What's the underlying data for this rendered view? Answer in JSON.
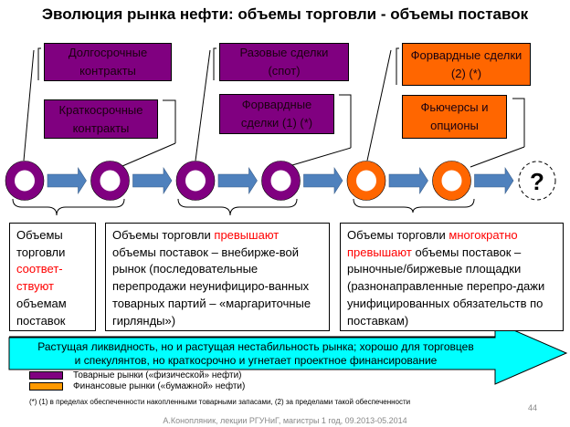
{
  "title": "Эволюция рынка нефти: объемы торговли - объемы поставок",
  "colors": {
    "commodity": "#800080",
    "financial": "#ff6600",
    "arrow_link": "#4f81bd",
    "liquidity_arrow": "#00ffff",
    "highlight": "#ff0000"
  },
  "market_boxes": [
    {
      "label": "Долгосрочные контракты",
      "type": "commodity"
    },
    {
      "label": "Краткосрочные контракты",
      "type": "commodity"
    },
    {
      "label": "Разовые сделки (спот)",
      "type": "commodity"
    },
    {
      "label": "Форвардные сделки (1) (*)",
      "type": "commodity"
    },
    {
      "label": "Форвардные сделки (2) (*)",
      "type": "financial"
    },
    {
      "label": "Фьючерсы и опционы",
      "type": "financial"
    }
  ],
  "stages": [
    "commodity",
    "commodity",
    "commodity",
    "commodity",
    "financial",
    "financial"
  ],
  "unknown_stage": "?",
  "descriptions": [
    {
      "p1": "Объемы торговли ",
      "hl": "соответ-ствуют",
      "p2": " объемам поставок"
    },
    {
      "p1": "Объемы торговли ",
      "hl": "превышают",
      "p2": " объемы поставок – внебирже-вой рынок (последовательные перепродажи неунифициро-ванных товарных партий – «маргариточные гирлянды»)"
    },
    {
      "p1": "Объемы торговли ",
      "hl": "многократно превышают",
      "p2": " объемы поставок – рыночные/биржевые площадки (разнонаправленные перепро-дажи унифицированных обязательств по поставкам)"
    }
  ],
  "trend_arrow": {
    "line1": "Растущая ликвидность, но и растущая нестабильность рынка; хорошо для торговцев",
    "line2": "и спекулянтов, но краткосрочно и угнетает проектное финансирование"
  },
  "legend": [
    {
      "label": "Товарные рынки («физической» нефти)",
      "color": "#800080"
    },
    {
      "label": "Финансовые рынки («бумажной» нефти)",
      "color": "#ff9900"
    }
  ],
  "footnote": "(*) (1) в пределах обеспеченности накопленными товарными запасами, (2) за пределами такой обеспеченности",
  "page_number": "44",
  "footer": "А.Конопляник, лекции РГУНиГ, магистры 1 год, 09.2013-05.2014"
}
